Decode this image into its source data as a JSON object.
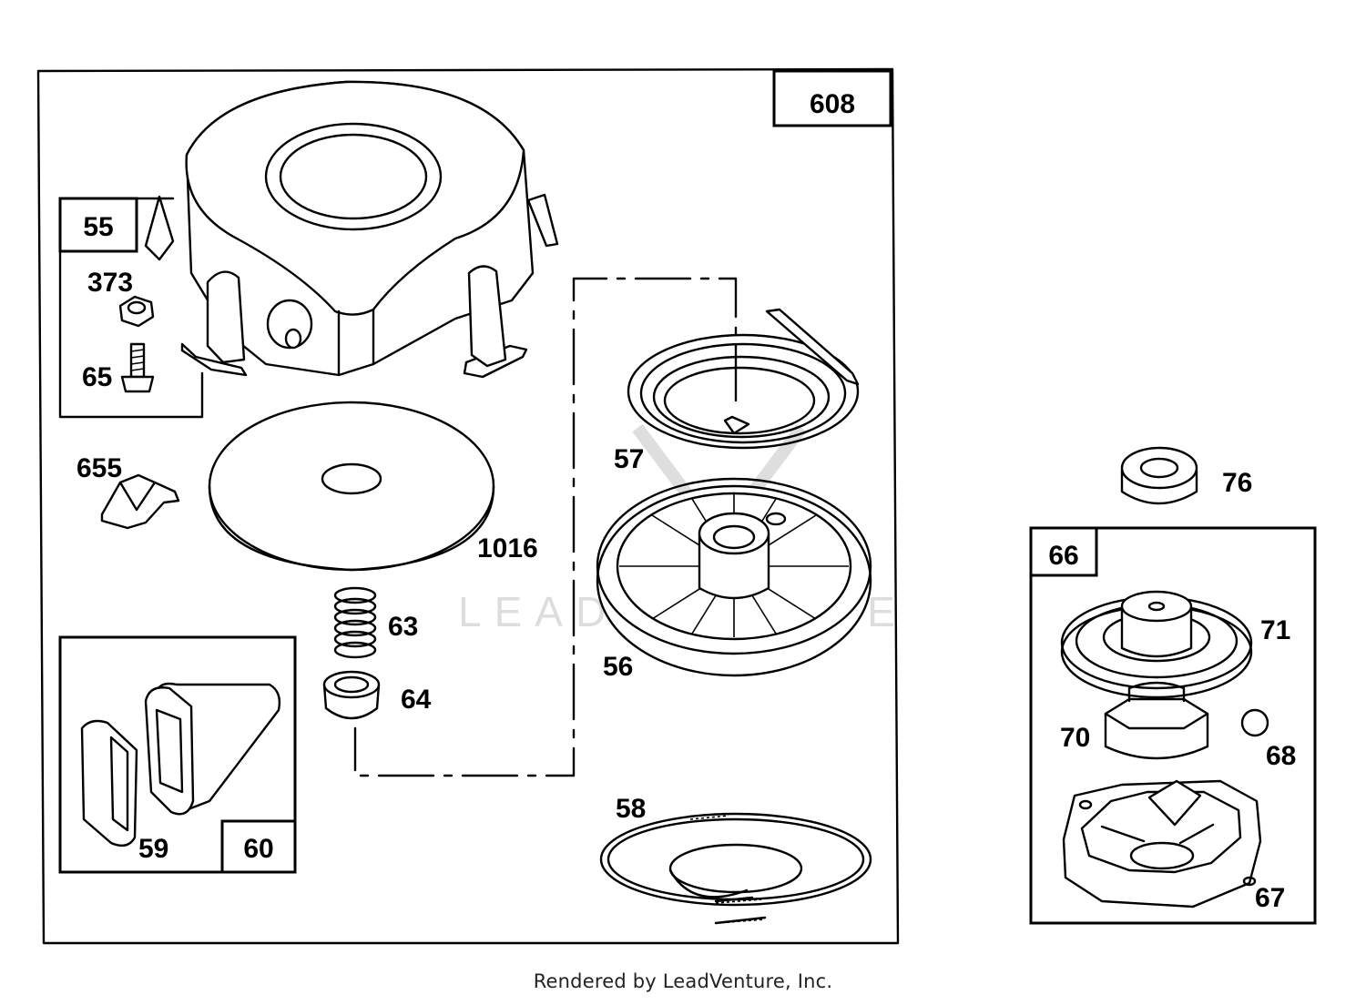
{
  "diagram": {
    "boxes": {
      "main_kit": "608",
      "kit_55": "55",
      "kit_60": "60",
      "kit_66": "66"
    },
    "parts": {
      "nut": "373",
      "screw": "65",
      "clip": "655",
      "plate": "1016",
      "spring_small": "63",
      "retainer": "64",
      "rewind_spring": "57",
      "pulley": "56",
      "rope": "58",
      "handle": "59",
      "washer_76": "76",
      "starter_cup_71": "71",
      "ratchet_70": "70",
      "ball_68": "68",
      "housing_67": "67"
    },
    "watermark": "LEADVENTURE"
  },
  "footer": {
    "text": "Rendered by LeadVenture, Inc."
  }
}
